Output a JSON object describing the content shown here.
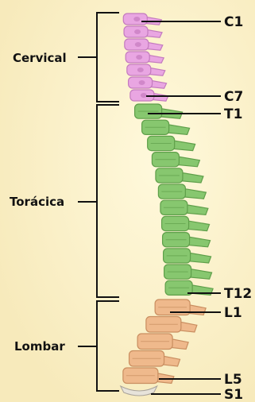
{
  "background_color": "#fbf3c9",
  "regions": [
    {
      "id": "cervical",
      "label": "Cervical",
      "color": "#e9a6e2",
      "edge": "#c47bbf"
    },
    {
      "id": "toracica",
      "label": "Torácica",
      "color": "#87c76f",
      "edge": "#5f9f4a"
    },
    {
      "id": "lombar",
      "label": "Lombar",
      "color": "#efb98c",
      "edge": "#c98e60"
    }
  ],
  "vertebra_labels": {
    "c1": "C1",
    "c7": "C7",
    "t1": "T1",
    "t12": "T12",
    "l1": "L1",
    "l5": "L5",
    "s1": "S1"
  },
  "sacrum_color": "#e7e3da"
}
